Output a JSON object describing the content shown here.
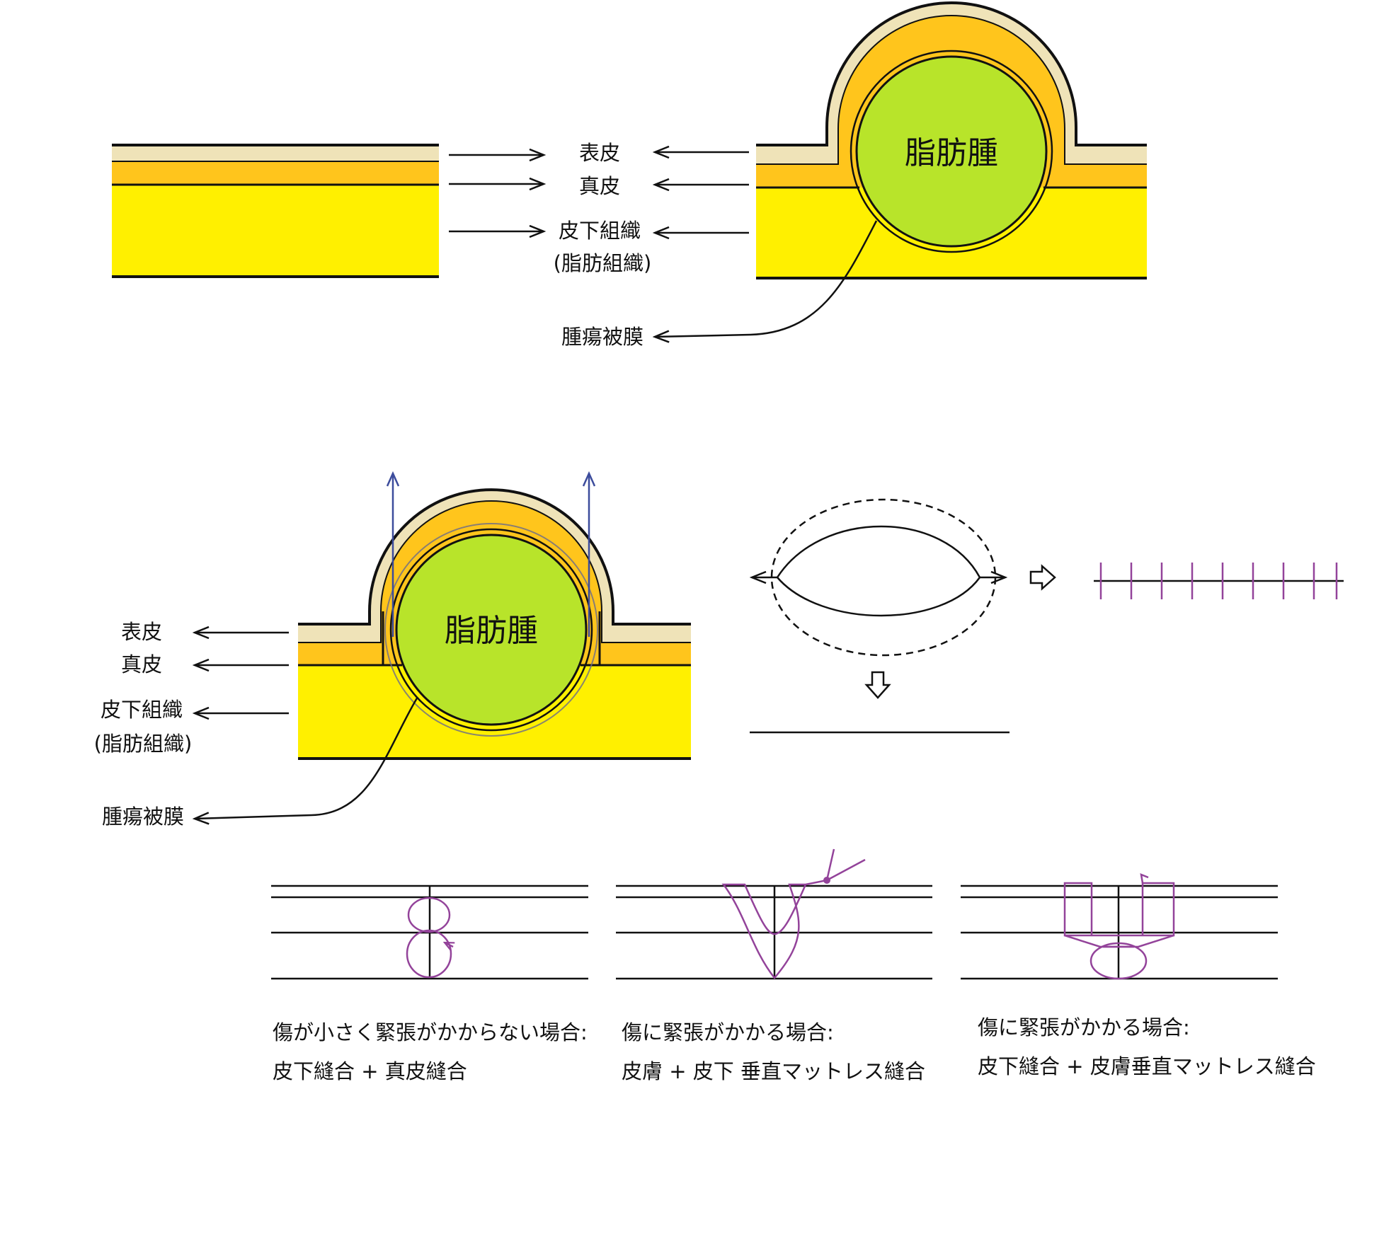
{
  "colors": {
    "epidermis": "#EFE3B8",
    "dermis": "#FFC51C",
    "subcutis": "#FFF000",
    "lipoma": "#B8E42A",
    "suture": "#93439A",
    "lift_arrow": "#3C4C9C",
    "line": "#111111"
  },
  "diagram1": {
    "labels": {
      "epidermis": "表皮",
      "dermis": "真皮",
      "subcutis": "皮下組織",
      "subcutis_note": "(脂肪組織)",
      "capsule": "腫瘍被膜"
    },
    "lipoma_label": "脂肪腫"
  },
  "diagram2": {
    "labels": {
      "epidermis": "表皮",
      "dermis": "真皮",
      "subcutis": "皮下組織",
      "subcutis_note": "(脂肪組織)",
      "capsule": "腫瘍被膜"
    },
    "lipoma_label": "脂肪腫"
  },
  "sutures": [
    {
      "line1": "傷が小さく緊張がかからない場合:",
      "line2": "皮下縫合 + 真皮縫合"
    },
    {
      "line1": "傷に緊張がかかる場合:",
      "line2": "皮膚 + 皮下 垂直マットレス縫合"
    },
    {
      "line1": "傷に緊張がかかる場合:",
      "line2": "皮下縫合 + 皮膚垂直マットレス縫合"
    }
  ]
}
